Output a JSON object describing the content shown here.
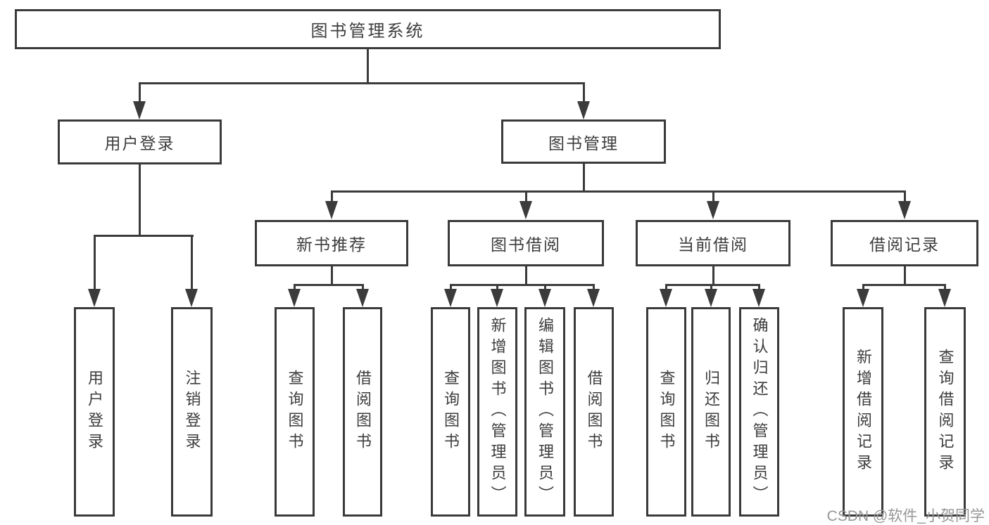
{
  "tree": {
    "label": "图书管理系统",
    "children": [
      {
        "label": "用户登录",
        "children": [
          {
            "label": "用户登录"
          },
          {
            "label": "注销登录"
          }
        ]
      },
      {
        "label": "图书管理",
        "children": [
          {
            "label": "新书推荐",
            "children": [
              {
                "label": "查询图书"
              },
              {
                "label": "借阅图书"
              }
            ]
          },
          {
            "label": "图书借阅",
            "children": [
              {
                "label": "查询图书"
              },
              {
                "label": "新增图书（管理员）"
              },
              {
                "label": "编辑图书（管理员）"
              },
              {
                "label": "借阅图书"
              }
            ]
          },
          {
            "label": "当前借阅",
            "children": [
              {
                "label": "查询图书"
              },
              {
                "label": "归还图书"
              },
              {
                "label": "确认归还（管理员）"
              }
            ]
          },
          {
            "label": "借阅记录",
            "children": [
              {
                "label": "新增借阅记录"
              },
              {
                "label": "查询借阅记录"
              }
            ]
          }
        ]
      }
    ]
  },
  "watermark": "CSDN @软件_小贺同学",
  "colors": {
    "line": "#3b3b3b",
    "box_border": "#3a3a3a",
    "text": "#3d3d3d",
    "background": "#ffffff",
    "watermark": "#969696"
  }
}
